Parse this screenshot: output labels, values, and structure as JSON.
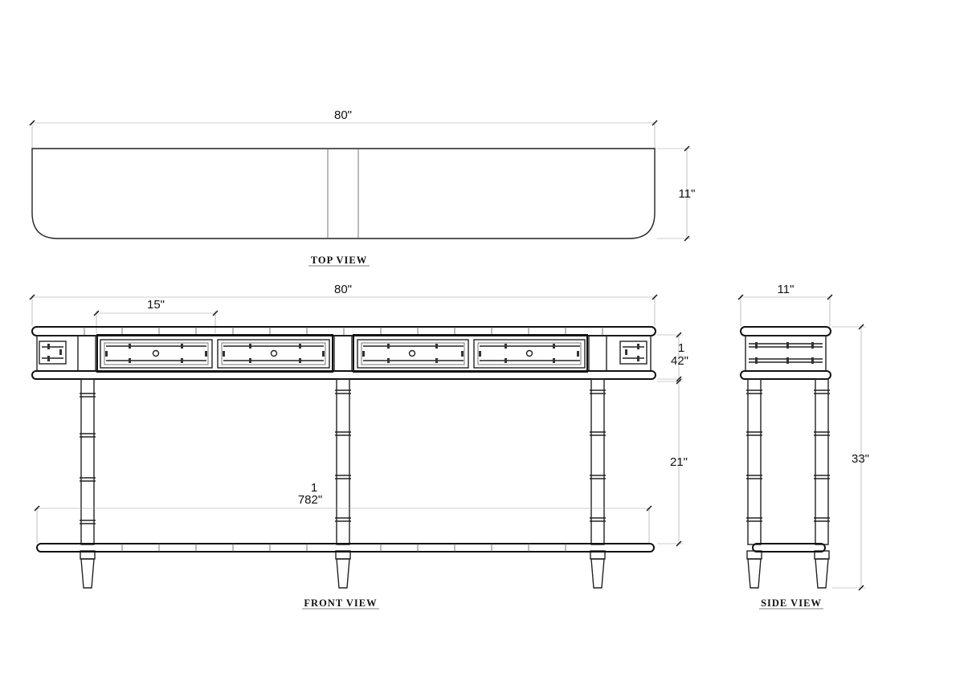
{
  "top_view": {
    "title": "TOP VIEW",
    "width_dim": "80\"",
    "depth_dim": "11\""
  },
  "front_view": {
    "title": "FRONT VIEW",
    "width_dim": "80\"",
    "drawer_dim": "15\"",
    "apron_dim_line1": "1",
    "apron_dim_line2": "42\"",
    "leg_dim": "21\"",
    "stretcher_dim_line1": "1",
    "stretcher_dim_line2": "782\""
  },
  "side_view": {
    "title": "SIDE VIEW",
    "depth_dim": "11\"",
    "height_dim": "33\""
  }
}
